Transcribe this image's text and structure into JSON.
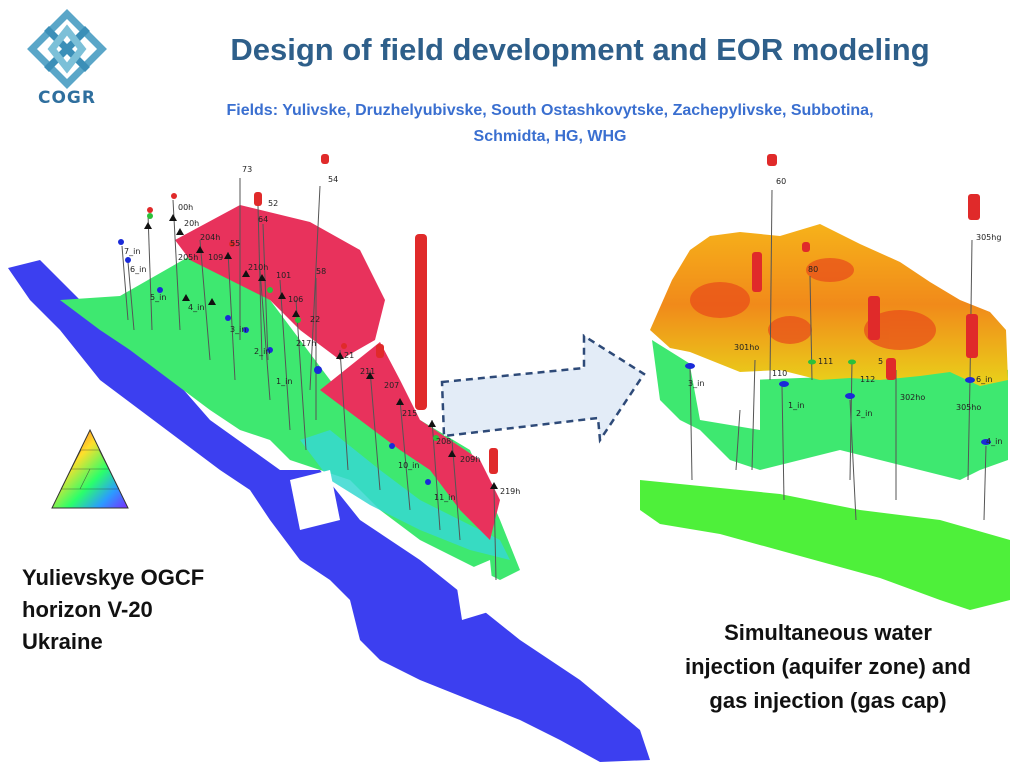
{
  "logo": {
    "text": "COGR"
  },
  "header": {
    "title": "Design of field development and EOR modeling",
    "subtitle_line1": "Fields: Yulivske, Druzhelyubivske, South Ostashkovytske, Zachepylivske, Subbotina,",
    "subtitle_line2": "Schmidta, HG, WHG"
  },
  "left_model": {
    "wells": [
      "73",
      "54",
      "52",
      "64",
      "58",
      "00h",
      "20h",
      "7_in",
      "6_in",
      "204h",
      "205h",
      "109",
      "55",
      "210h",
      "101",
      "106",
      "4_in",
      "3_in",
      "2_in",
      "1_in",
      "22",
      "217h",
      "21",
      "211",
      "207",
      "215",
      "208",
      "209h",
      "10_in",
      "11_in",
      "219h",
      "5_in"
    ],
    "caption_line1": "Yulievskye OGCF",
    "caption_line2": "horizon V-20",
    "caption_line3": "Ukraine"
  },
  "right_model": {
    "wells": [
      "60",
      "305hg",
      "80",
      "301ho",
      "111",
      "5",
      "110",
      "112",
      "3_in",
      "1_in",
      "302ho",
      "6_in",
      "2_in",
      "305ho",
      "4_in"
    ],
    "caption_line1": "Simultaneous water",
    "caption_line2": "injection (aquifer zone) and",
    "caption_line3": "gas injection (gas cap)"
  },
  "colors": {
    "title": "#2e5f8a",
    "subtitle": "#3a6fd0",
    "gas": "#e8325c",
    "oil": "#3be85c",
    "water": "#3a3ae8",
    "arrow_fill": "#e3ecf7",
    "arrow_stroke": "#2e4a78"
  }
}
